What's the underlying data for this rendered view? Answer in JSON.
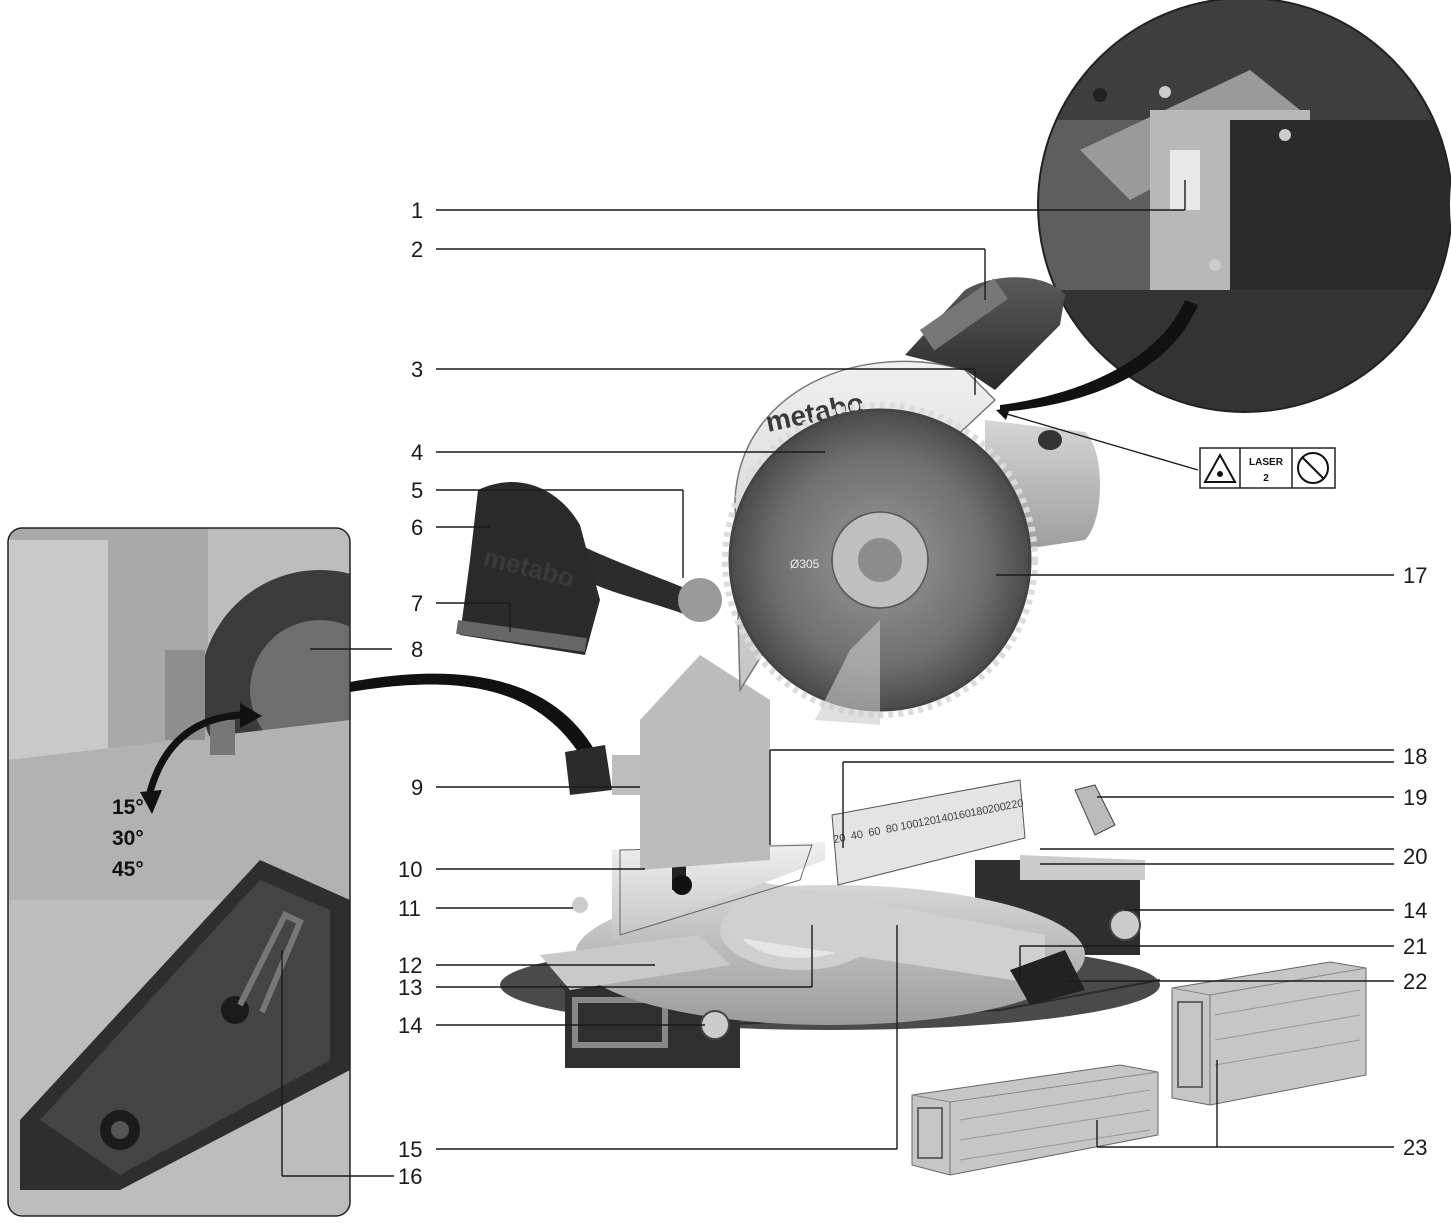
{
  "brand": "metabo",
  "blade_marking": "Ø305",
  "laser_label": {
    "line1": "LASER",
    "line2": "2"
  },
  "angles": [
    "15°",
    "30°",
    "45°"
  ],
  "scale_ticks": [
    "20",
    "40",
    "60",
    "80",
    "100",
    "120",
    "140",
    "160",
    "180",
    "200",
    "220"
  ],
  "callouts": [
    {
      "id": "1",
      "label": "1",
      "side": "left"
    },
    {
      "id": "2",
      "label": "2",
      "side": "left"
    },
    {
      "id": "3",
      "label": "3",
      "side": "left"
    },
    {
      "id": "4",
      "label": "4",
      "side": "left"
    },
    {
      "id": "5",
      "label": "5",
      "side": "left"
    },
    {
      "id": "6",
      "label": "6",
      "side": "left"
    },
    {
      "id": "7",
      "label": "7",
      "side": "left"
    },
    {
      "id": "8",
      "label": "8",
      "side": "left"
    },
    {
      "id": "9",
      "label": "9",
      "side": "left"
    },
    {
      "id": "10",
      "label": "10",
      "side": "left"
    },
    {
      "id": "11",
      "label": "11",
      "side": "left"
    },
    {
      "id": "12",
      "label": "12",
      "side": "left"
    },
    {
      "id": "13",
      "label": "13",
      "side": "left"
    },
    {
      "id": "14a",
      "label": "14",
      "side": "left"
    },
    {
      "id": "15",
      "label": "15",
      "side": "left"
    },
    {
      "id": "16",
      "label": "16",
      "side": "left"
    },
    {
      "id": "17",
      "label": "17",
      "side": "right"
    },
    {
      "id": "18",
      "label": "18",
      "side": "right"
    },
    {
      "id": "19",
      "label": "19",
      "side": "right"
    },
    {
      "id": "20",
      "label": "20",
      "side": "right"
    },
    {
      "id": "14b",
      "label": "14",
      "side": "right"
    },
    {
      "id": "21",
      "label": "21",
      "side": "right"
    },
    {
      "id": "22",
      "label": "22",
      "side": "right"
    },
    {
      "id": "23",
      "label": "23",
      "side": "right"
    }
  ]
}
